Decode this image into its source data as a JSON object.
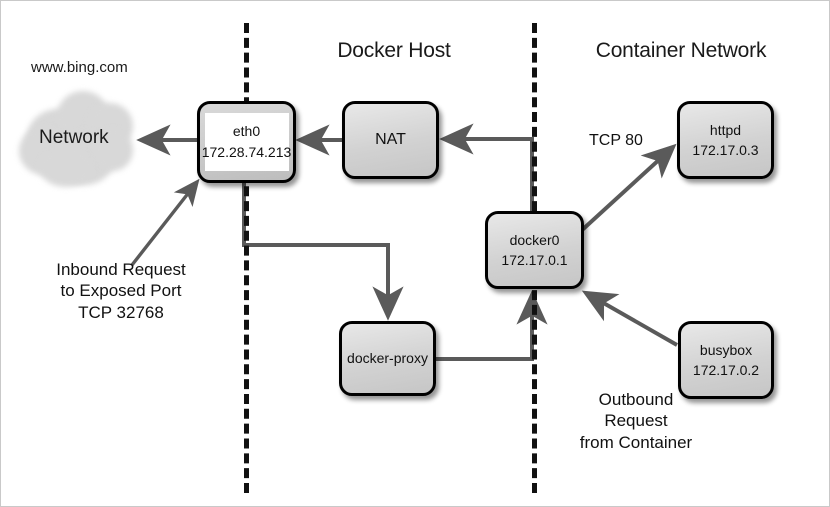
{
  "diagram": {
    "title_docker_host": "Docker Host",
    "title_container_network": "Container Network",
    "external_label": "www.bing.com",
    "cloud_label": "Network",
    "nodes": {
      "eth0": {
        "name": "eth0",
        "ip": "172.28.74.213"
      },
      "nat": {
        "name": "NAT"
      },
      "docker0": {
        "name": "docker0",
        "ip": "172.17.0.1"
      },
      "docker_proxy": {
        "name": "docker-proxy"
      },
      "httpd": {
        "name": "httpd",
        "ip": "172.17.0.3"
      },
      "busybox": {
        "name": "busybox",
        "ip": "172.17.0.2"
      }
    },
    "annotations": {
      "inbound": "Inbound Request\nto Exposed Port\nTCP 32768",
      "outbound": "Outbound\nRequest\nfrom Container",
      "tcp80": "TCP 80"
    },
    "colors": {
      "node_fill": "#d2d2d2",
      "node_stroke": "#000000",
      "wire": "#5a5a5a",
      "cloud": "#d8d8d8",
      "divider": "#111111",
      "canvas": "#ffffff"
    }
  }
}
